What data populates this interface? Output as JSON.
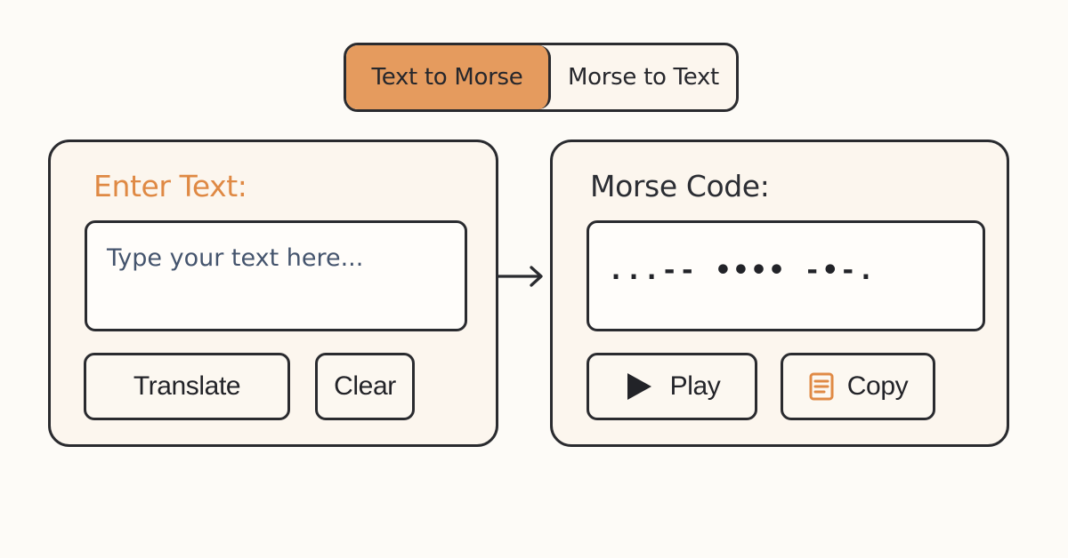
{
  "mode_toggle": {
    "active_label": "Text to Morse",
    "inactive_label": "Morse to Text"
  },
  "input_panel": {
    "title": "Enter Text:",
    "placeholder": "Type your text here...",
    "translate_label": "Translate",
    "clear_label": "Clear"
  },
  "output_panel": {
    "title": "Morse Code:",
    "morse_value": "...-- •••• -•-.",
    "play_label": "Play",
    "copy_label": "Copy"
  },
  "icons": {
    "play": "play-icon",
    "copy": "document-copy-icon",
    "arrow": "right-arrow-icon"
  },
  "colors": {
    "accent": "#E59B5E",
    "accent_text": "#DF8944",
    "border": "#2A2B2F",
    "panel_bg": "#FCF6EE"
  }
}
